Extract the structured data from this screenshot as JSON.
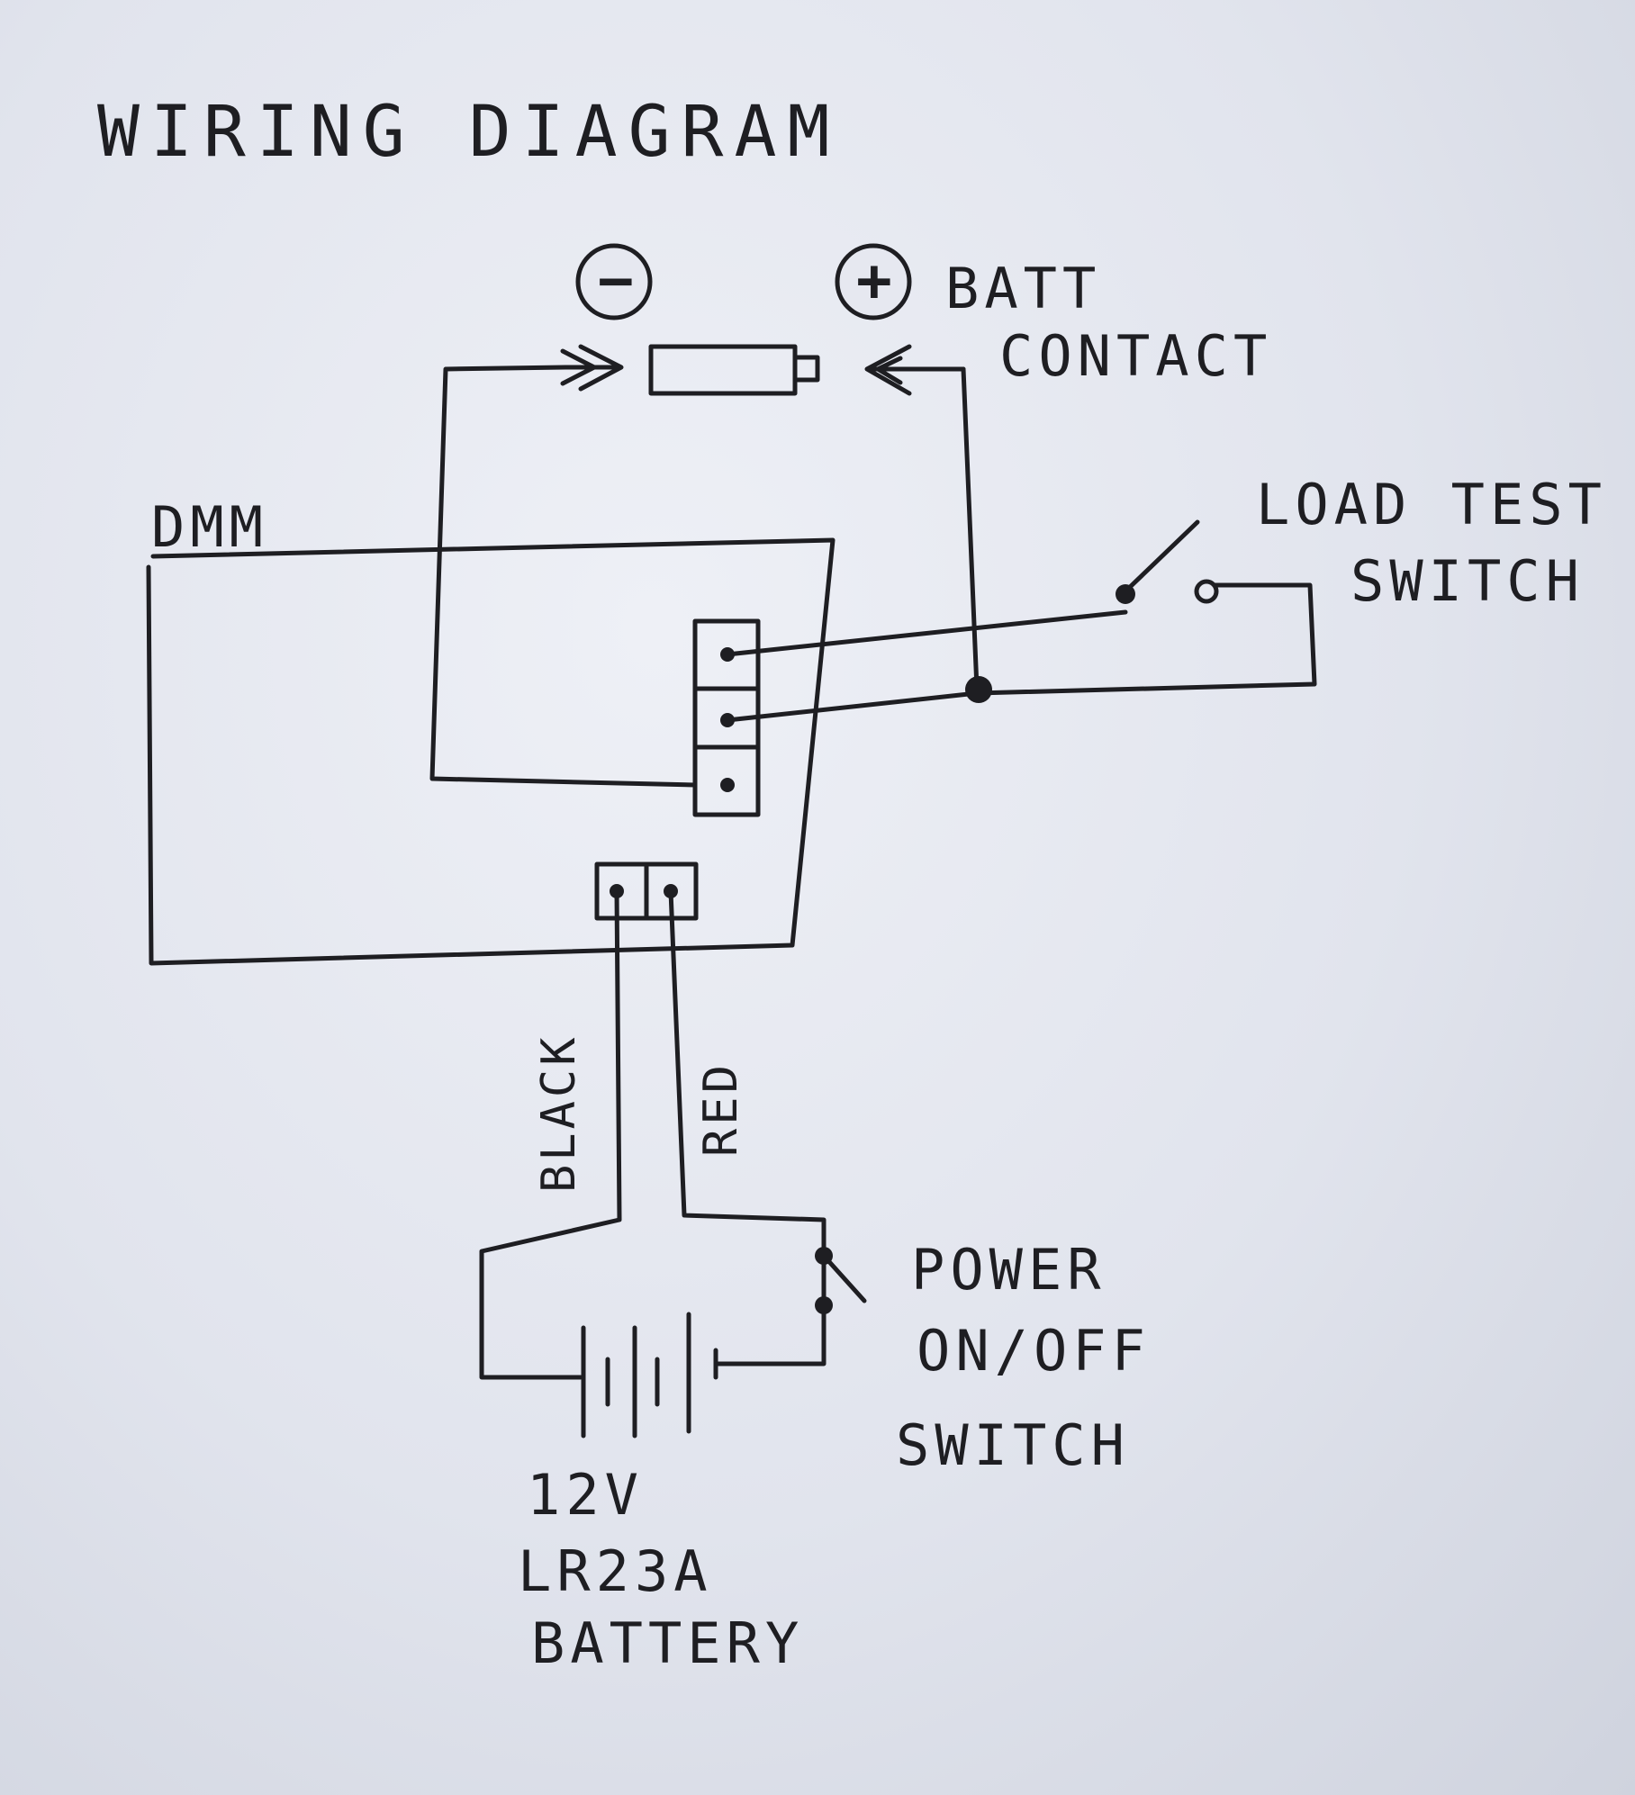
{
  "title": "WIRING DIAGRAM",
  "labels": {
    "minus": "−",
    "plus": "+",
    "batt_contact_1": "BATT",
    "batt_contact_2": "CONTACT",
    "dmm": "DMM",
    "load_switch_1": "LOAD TEST",
    "load_switch_2": "SWITCH",
    "black": "BLACK",
    "red": "RED",
    "power_switch_1": "POWER",
    "power_switch_2": "ON/OFF",
    "power_switch_3": "SWITCH",
    "battery_1": "12V",
    "battery_2": "LR23A",
    "battery_3": "BATTERY"
  },
  "colors": {
    "ink": "#1e1e22",
    "paper": "#e6e8f0"
  }
}
